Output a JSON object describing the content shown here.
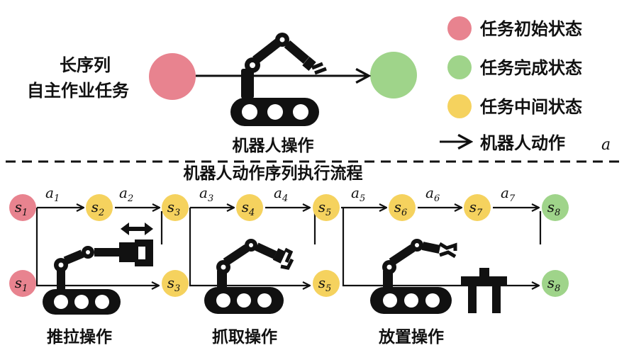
{
  "top": {
    "task_label_line1": "长序列",
    "task_label_line2": "自主作业任务",
    "robot_op_label": "机器人操作"
  },
  "legend": {
    "items": [
      {
        "label": "任务初始状态",
        "color": "#e8838f"
      },
      {
        "label": "任务完成状态",
        "color": "#9fd48a"
      },
      {
        "label": "任务中间状态",
        "color": "#f5d25e"
      }
    ],
    "arrow_label": "机器人动作",
    "arrow_symbol": "a"
  },
  "flow": {
    "title": "机器人动作序列执行流程",
    "top_row_states": [
      {
        "base": "s",
        "sub": "1"
      },
      {
        "base": "s",
        "sub": "2"
      },
      {
        "base": "s",
        "sub": "3"
      },
      {
        "base": "s",
        "sub": "4"
      },
      {
        "base": "s",
        "sub": "5"
      },
      {
        "base": "s",
        "sub": "6"
      },
      {
        "base": "s",
        "sub": "7"
      },
      {
        "base": "s",
        "sub": "8"
      }
    ],
    "bottom_row_states": [
      {
        "base": "s",
        "sub": "1"
      },
      {
        "base": "s",
        "sub": "3"
      },
      {
        "base": "s",
        "sub": "5"
      },
      {
        "base": "s",
        "sub": "8"
      }
    ],
    "actions": [
      {
        "base": "a",
        "sub": "1"
      },
      {
        "base": "a",
        "sub": "2"
      },
      {
        "base": "a",
        "sub": "3"
      },
      {
        "base": "a",
        "sub": "4"
      },
      {
        "base": "a",
        "sub": "5"
      },
      {
        "base": "a",
        "sub": "6"
      },
      {
        "base": "a",
        "sub": "7"
      }
    ],
    "operations": [
      "推拉操作",
      "抓取操作",
      "放置操作"
    ]
  }
}
